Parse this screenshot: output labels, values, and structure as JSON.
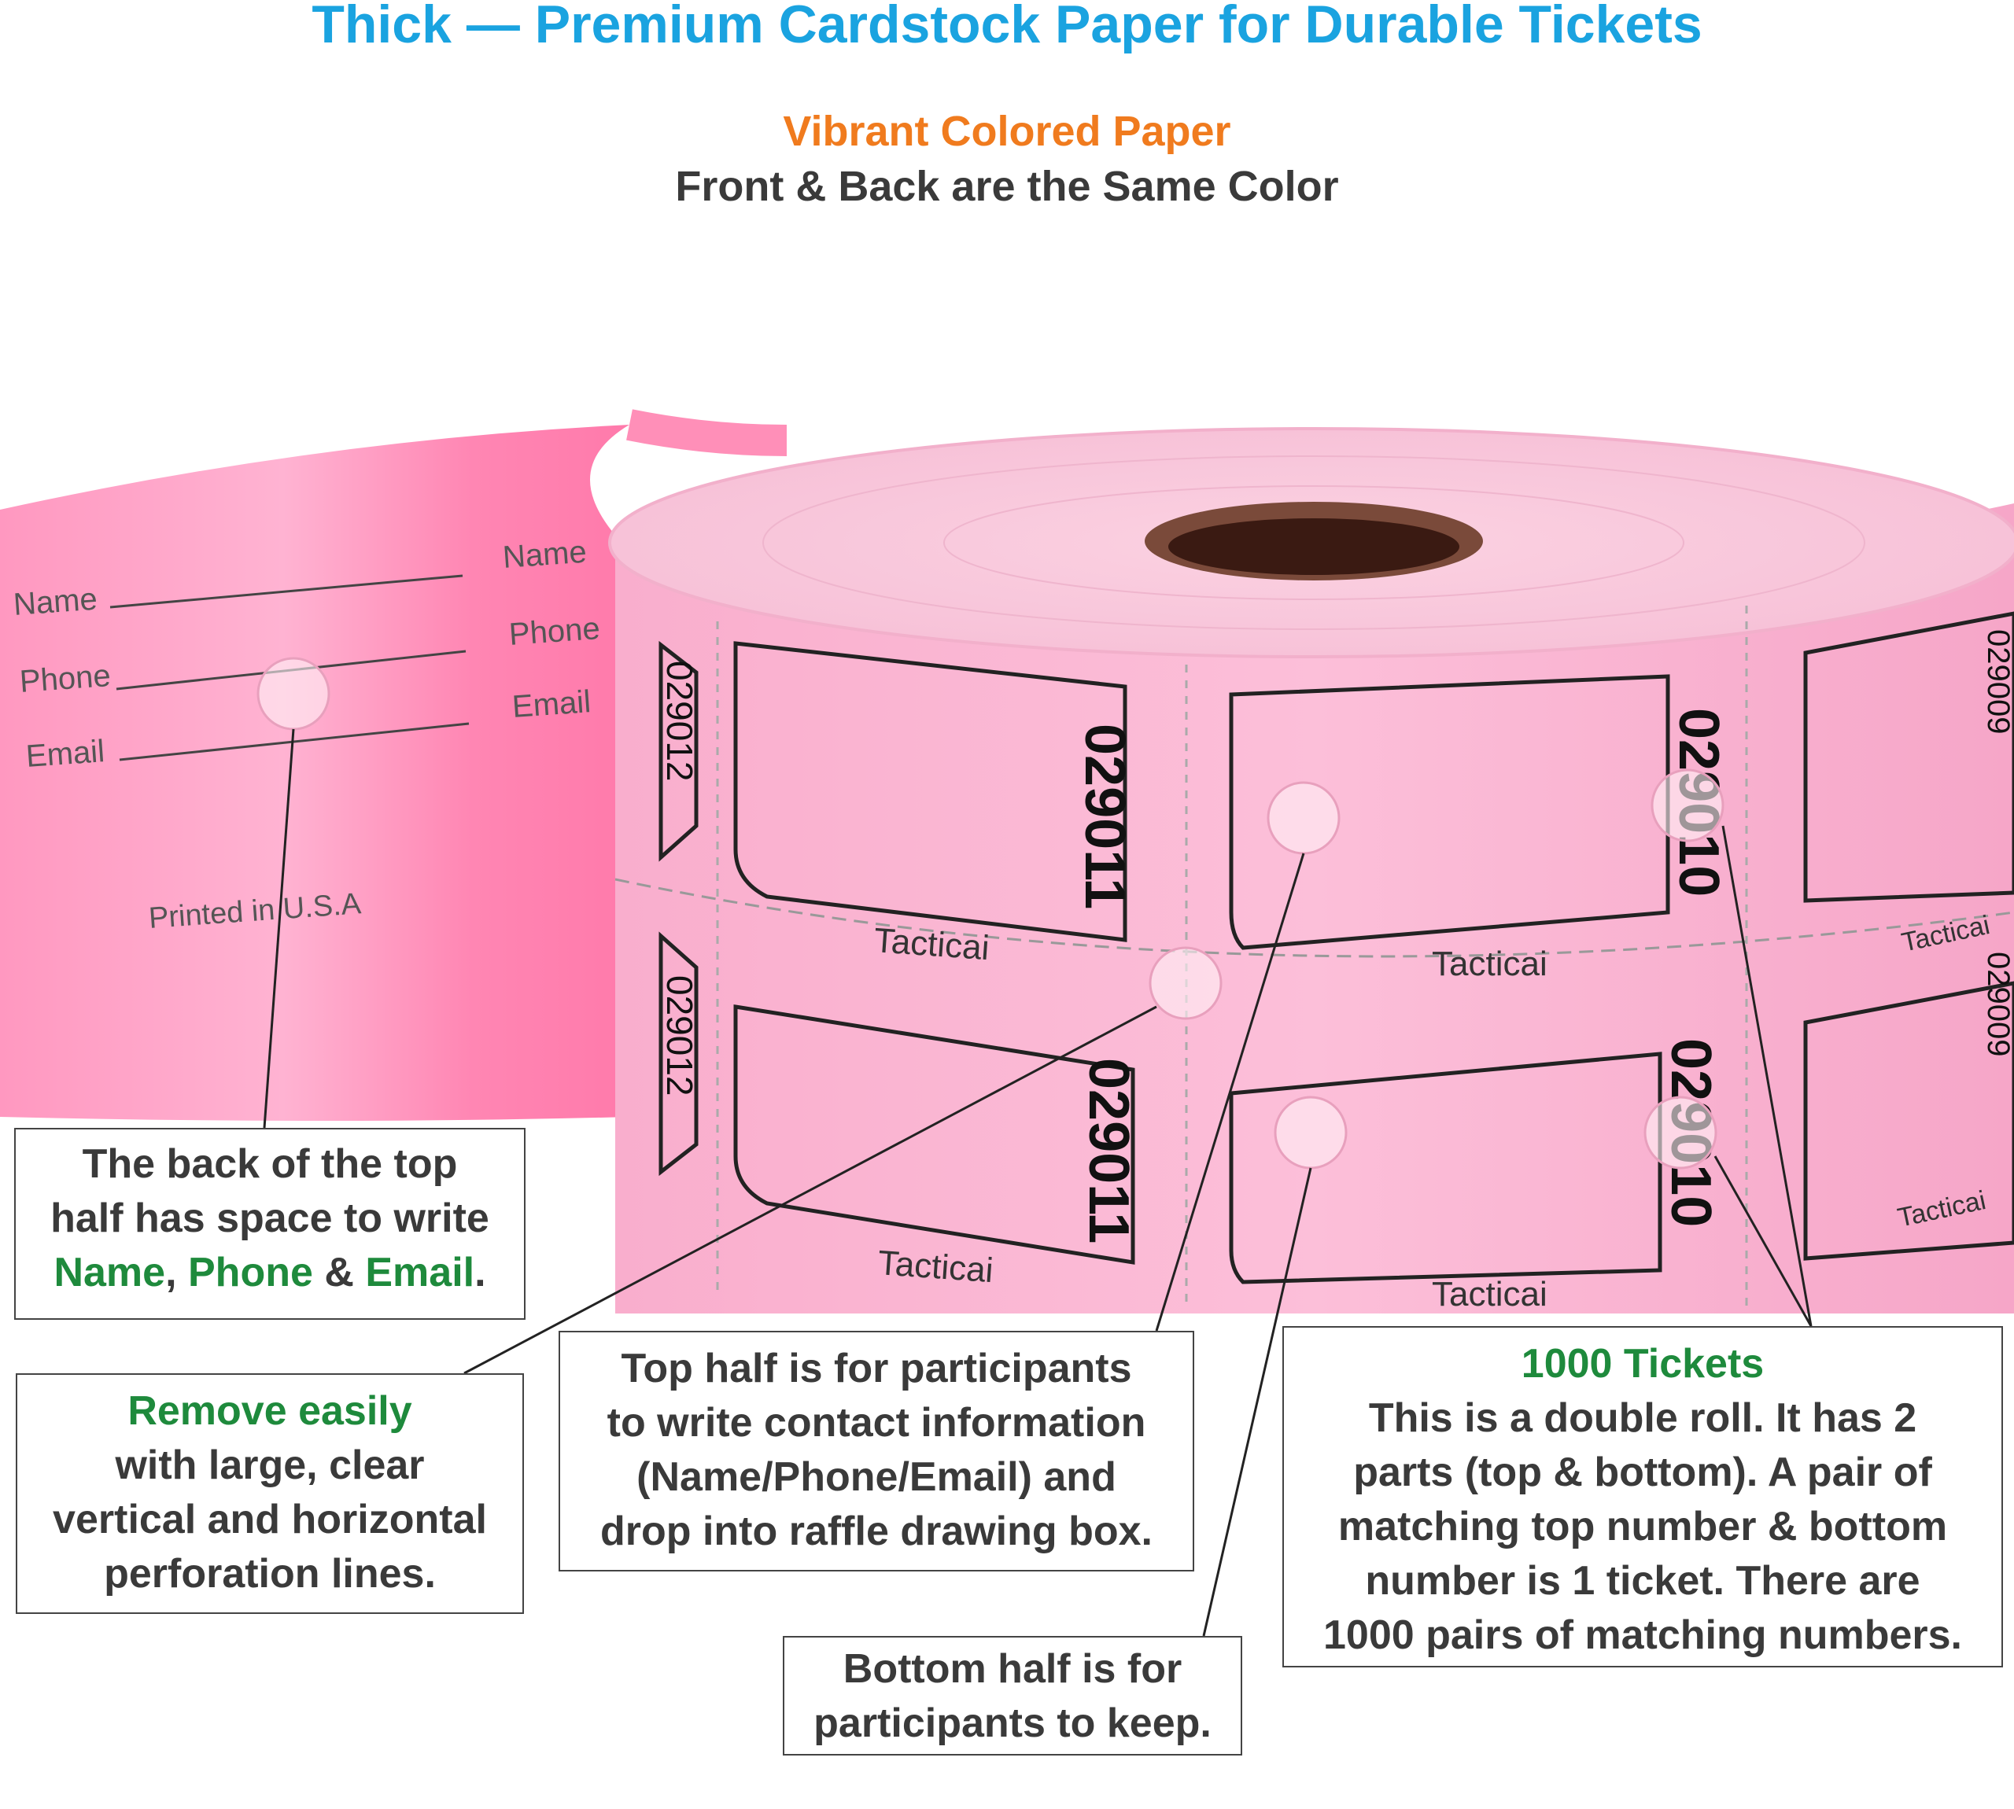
{
  "header": {
    "title": "Thick — Premium Cardstock Paper for Durable Tickets",
    "subtitle_colored": "Vibrant Colored Paper",
    "subtitle": "Front & Back are the Same Color"
  },
  "strip": {
    "name_label": "Name",
    "phone_label": "Phone",
    "email_label": "Email",
    "printed": "Printed in U.S.A"
  },
  "roll": {
    "ticket_number_a": "029011",
    "ticket_number_b": "029010",
    "ticket_number_c": "029012",
    "ticket_number_d": "029009",
    "brand": "Tacticai",
    "colors": {
      "ticket_pink": "#fbb8d4",
      "strip_pink": "#ff8fb8",
      "core": "#7a4a3a"
    }
  },
  "callouts": {
    "back": {
      "line1": "The back of the top",
      "line2": "half has space to write",
      "name": "Name",
      "sep1": ", ",
      "phone": "Phone",
      "sep2": " & ",
      "email": "Email",
      "end": "."
    },
    "remove": {
      "head": "Remove easily",
      "line1": "with large, clear",
      "line2": "vertical and horizontal",
      "line3": "perforation lines."
    },
    "top": {
      "line1": "Top half is for participants",
      "line2": "to write contact information",
      "line3": "(Name/Phone/Email) and",
      "line4": "drop into raffle drawing box."
    },
    "bottom": {
      "line1": "Bottom half is for",
      "line2": "participants to keep."
    },
    "tickets": {
      "head": "1000 Tickets",
      "line1": "This is a double roll. It has 2",
      "line2": "parts (top & bottom). A pair of",
      "line3": "matching top number & bottom",
      "line4": "number is 1 ticket. There are",
      "line5": "1000 pairs of matching numbers."
    }
  }
}
